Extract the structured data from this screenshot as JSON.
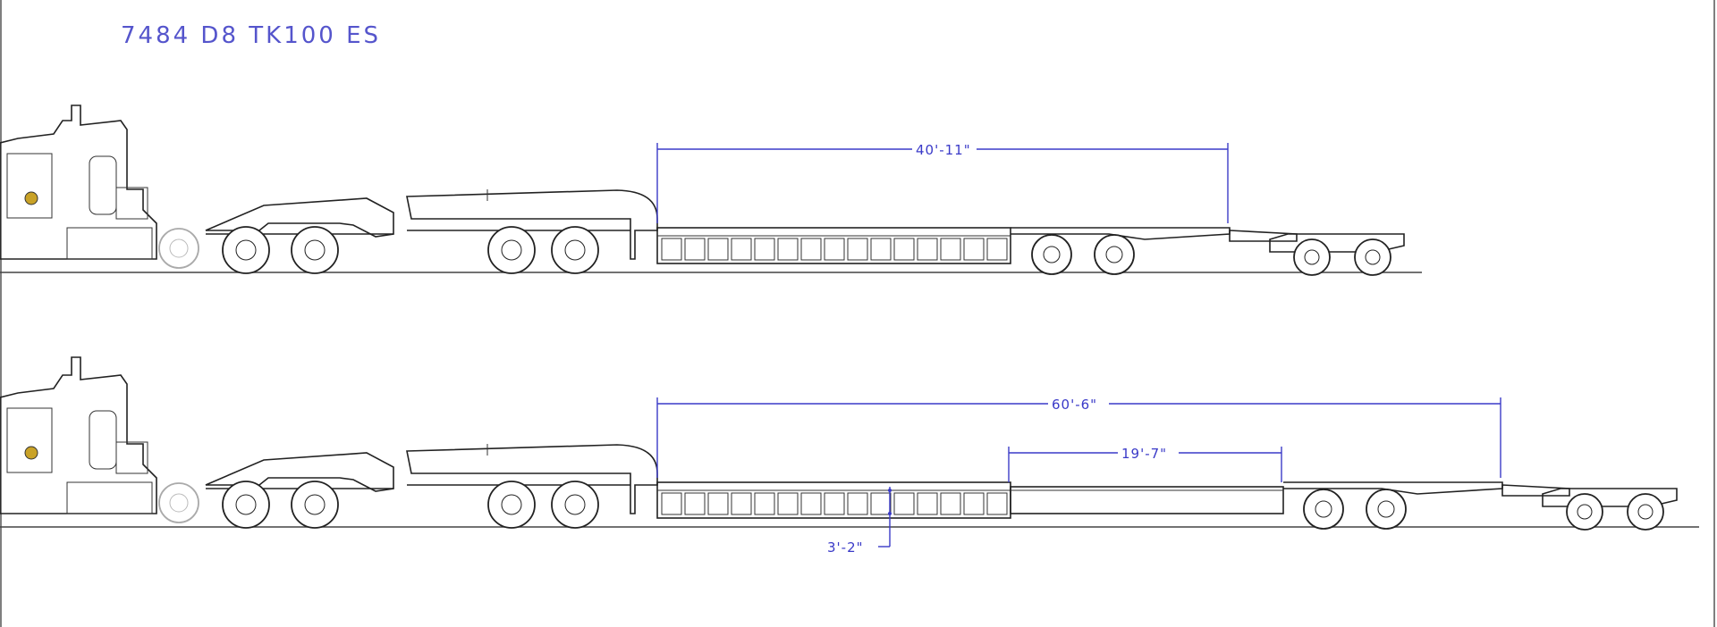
{
  "drawing": {
    "title": "7484 D8   TK100 ES"
  },
  "top_view": {
    "deck_length_label": "40'-11\""
  },
  "bottom_view": {
    "extended_length_label": "60'-6\"",
    "extension_label": "19'-7\"",
    "deck_height_label": "3'-2\""
  },
  "colors": {
    "dimension": "#3a3ac8",
    "title": "#5555cc",
    "linework": "#222222"
  }
}
